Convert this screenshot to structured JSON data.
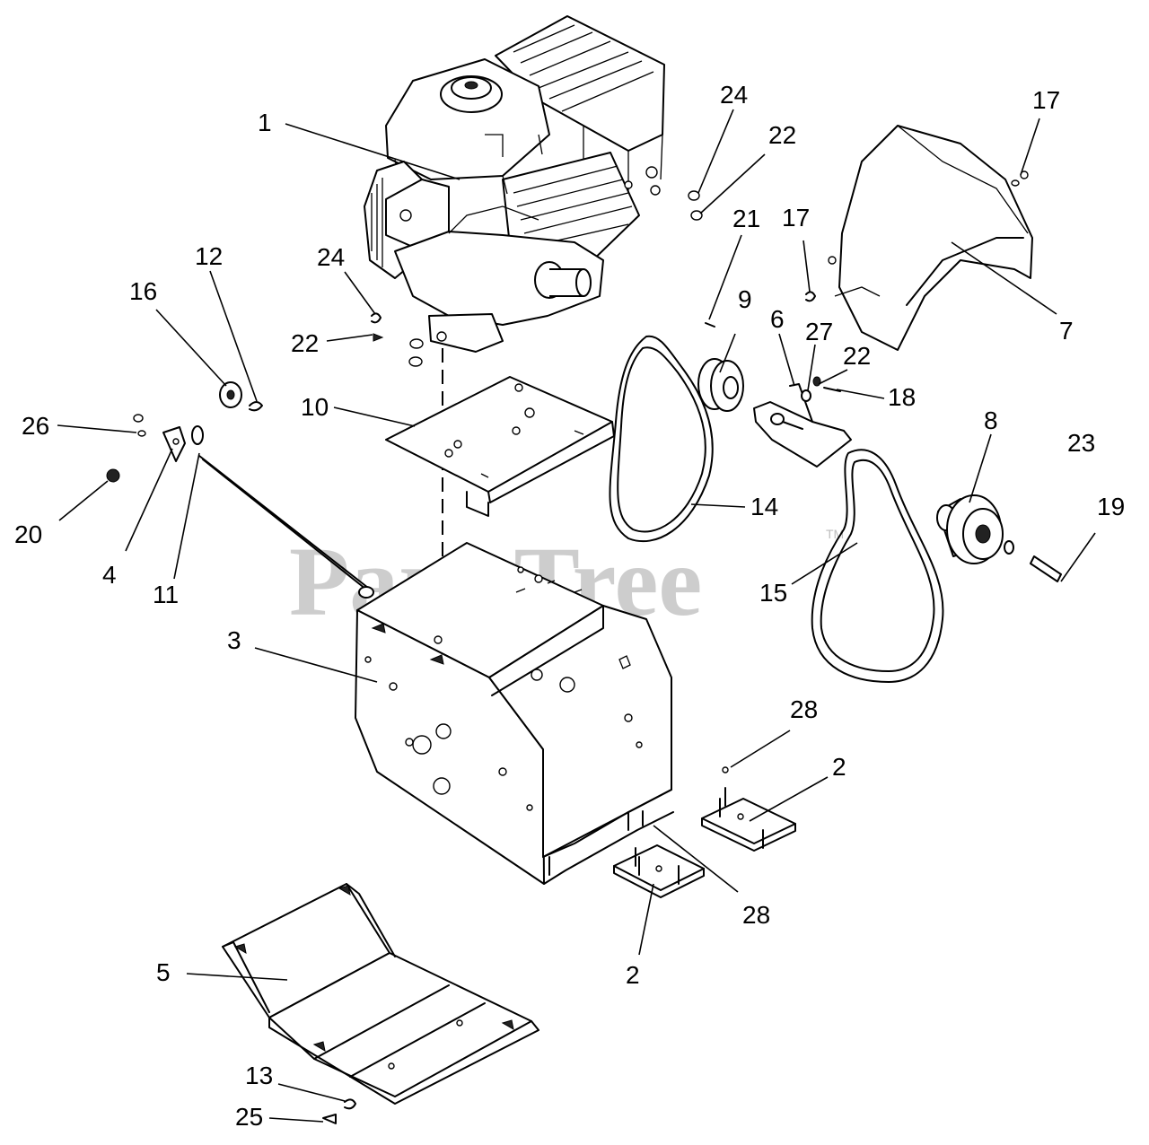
{
  "watermark": {
    "text": "PartsTree",
    "tm": "TM"
  },
  "callouts": [
    {
      "id": "c1",
      "label": "1"
    },
    {
      "id": "c2a",
      "label": "2"
    },
    {
      "id": "c2b",
      "label": "2"
    },
    {
      "id": "c3",
      "label": "3"
    },
    {
      "id": "c4",
      "label": "4"
    },
    {
      "id": "c5",
      "label": "5"
    },
    {
      "id": "c6",
      "label": "6"
    },
    {
      "id": "c7",
      "label": "7"
    },
    {
      "id": "c8",
      "label": "8"
    },
    {
      "id": "c9",
      "label": "9"
    },
    {
      "id": "c10",
      "label": "10"
    },
    {
      "id": "c11",
      "label": "11"
    },
    {
      "id": "c12",
      "label": "12"
    },
    {
      "id": "c13",
      "label": "13"
    },
    {
      "id": "c14",
      "label": "14"
    },
    {
      "id": "c15",
      "label": "15"
    },
    {
      "id": "c16",
      "label": "16"
    },
    {
      "id": "c17a",
      "label": "17"
    },
    {
      "id": "c17b",
      "label": "17"
    },
    {
      "id": "c18",
      "label": "18"
    },
    {
      "id": "c19",
      "label": "19"
    },
    {
      "id": "c20",
      "label": "20"
    },
    {
      "id": "c21",
      "label": "21"
    },
    {
      "id": "c22a",
      "label": "22"
    },
    {
      "id": "c22b",
      "label": "22"
    },
    {
      "id": "c22c",
      "label": "22"
    },
    {
      "id": "c23",
      "label": "23"
    },
    {
      "id": "c24a",
      "label": "24"
    },
    {
      "id": "c24b",
      "label": "24"
    },
    {
      "id": "c25",
      "label": "25"
    },
    {
      "id": "c26",
      "label": "26"
    },
    {
      "id": "c27",
      "label": "27"
    },
    {
      "id": "c28a",
      "label": "28"
    },
    {
      "id": "c28b",
      "label": "28"
    }
  ]
}
